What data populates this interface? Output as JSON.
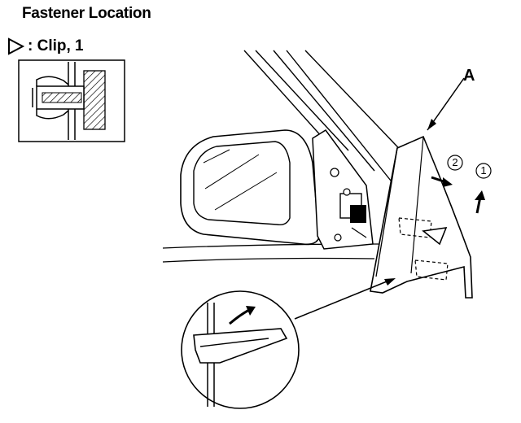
{
  "figure": {
    "title": "Fastener Location",
    "legend": {
      "symbol": "triangle-outline-icon",
      "label": ": Clip, 1"
    },
    "callout_a": "A",
    "steps": [
      "1",
      "2"
    ],
    "colors": {
      "ink": "#000000",
      "paper": "#ffffff"
    }
  }
}
